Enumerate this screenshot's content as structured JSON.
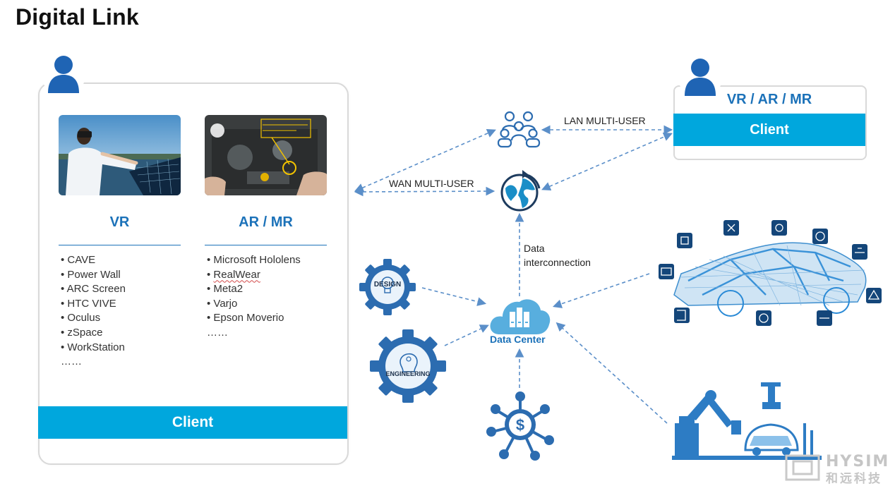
{
  "page": {
    "title": "Digital Link"
  },
  "left_client": {
    "bar_label": "Client",
    "vr": {
      "heading": "VR",
      "items": [
        "CAVE",
        "Power Wall",
        "ARC Screen",
        "HTC VIVE",
        "Oculus",
        "zSpace",
        "WorkStation",
        "……"
      ]
    },
    "ar": {
      "heading": "AR / MR",
      "items": [
        "Microsoft Hololens",
        "RealWear",
        "Meta2",
        "Varjo",
        "Epson Moverio",
        "……"
      ]
    }
  },
  "right_client": {
    "heading": "VR / AR / MR",
    "bar_label": "Client"
  },
  "links": {
    "lan": "LAN MULTI-USER",
    "wan": "WAN MULTI-USER",
    "data_line1": "Data",
    "data_line2": "interconnection"
  },
  "center": {
    "label": "Data Center"
  },
  "gears": {
    "design": "DESIGN",
    "engineering": "ENGINEERING"
  },
  "watermark": {
    "brand": "HYSIM",
    "cn": "和远科技"
  },
  "colors": {
    "accent": "#00a7dd",
    "blue": "#1c72b9",
    "arrow": "#5b8fc9",
    "icon_blue": "#2c6cb0"
  }
}
